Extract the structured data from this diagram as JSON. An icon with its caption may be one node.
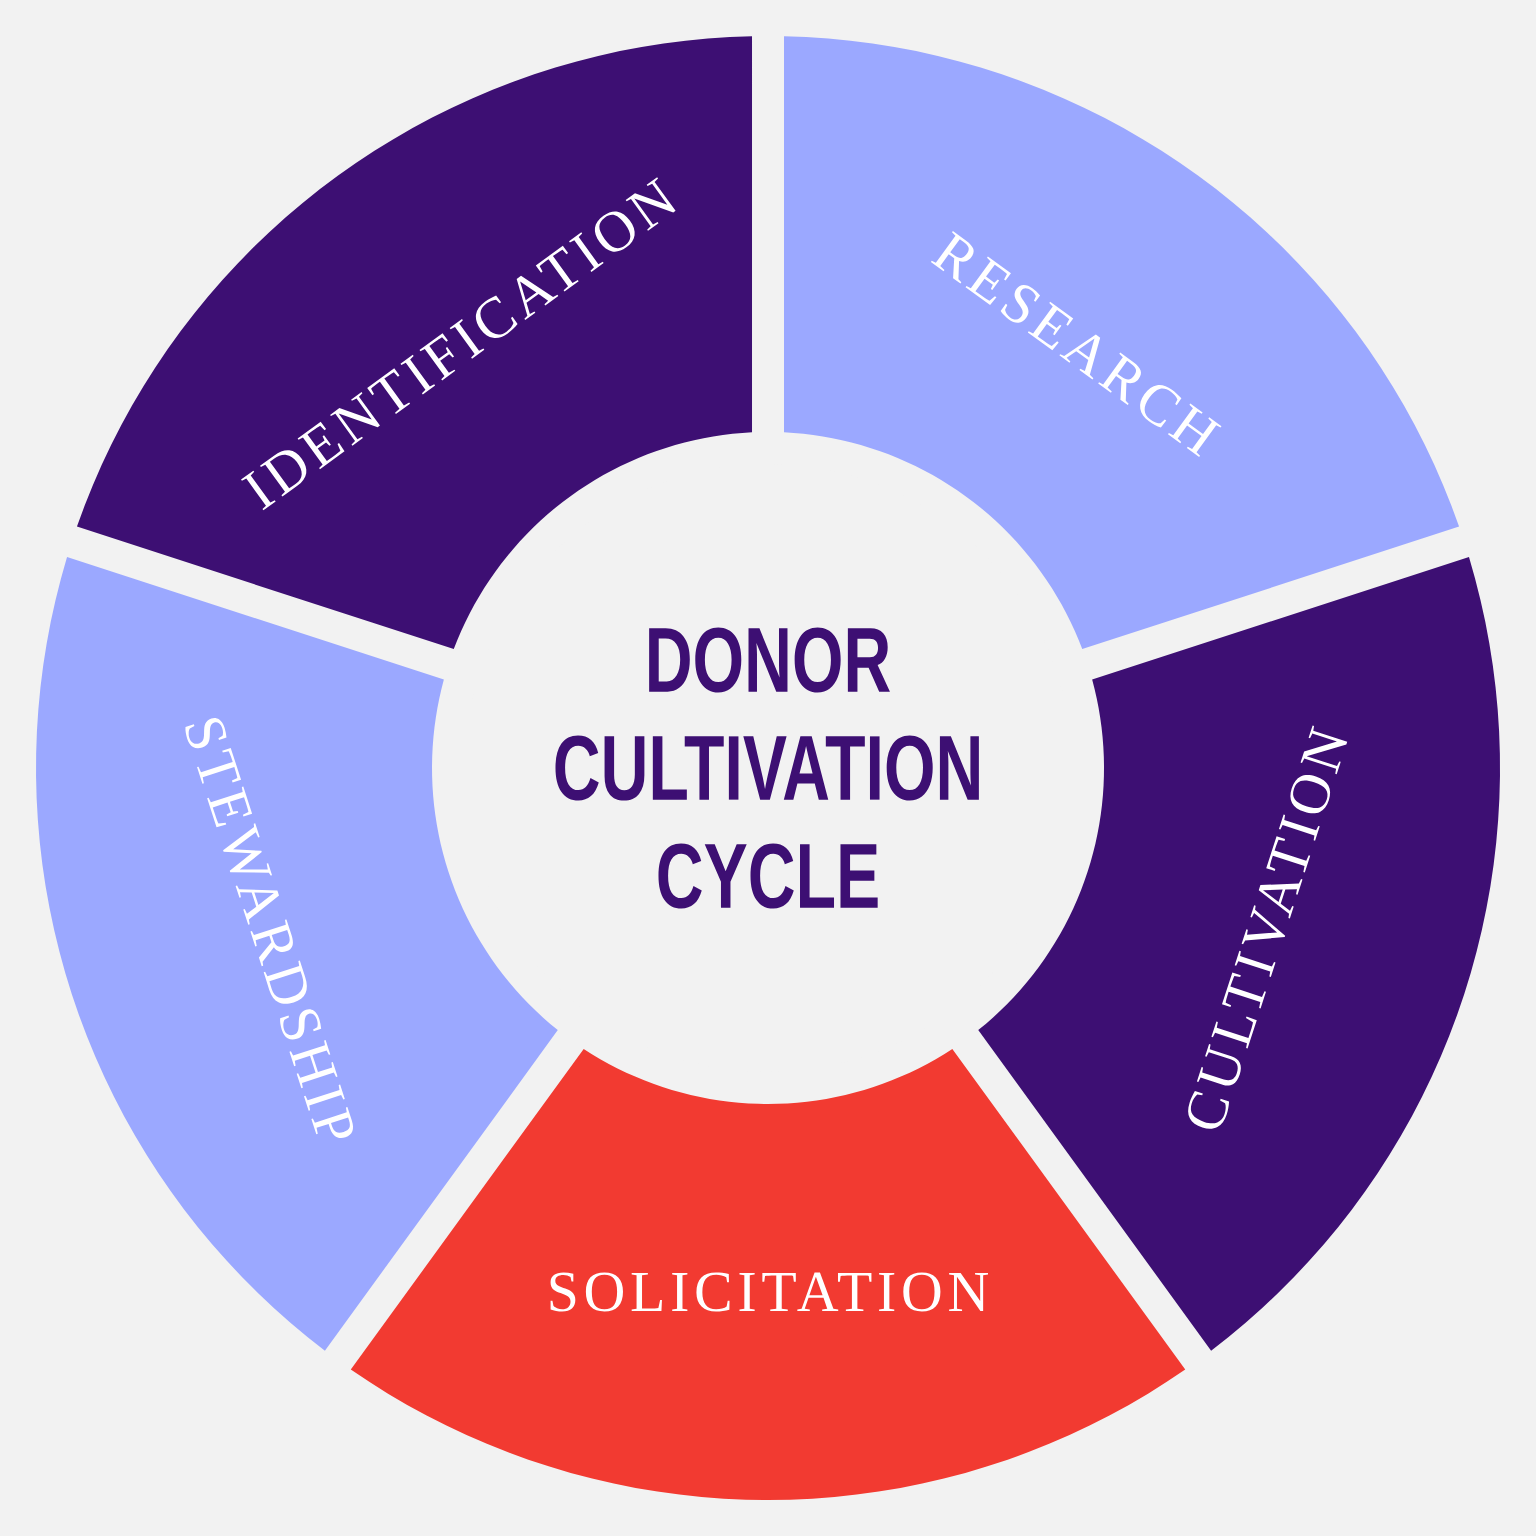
{
  "diagram": {
    "nodes": [
      {
        "text": [
          "IDENTIFICATION"
        ]
      },
      {
        "text": [
          "RESEARCH"
        ]
      },
      {
        "text": [
          "CULTIVATION"
        ]
      },
      {
        "text": [
          "SOLICITATION"
        ]
      },
      {
        "text": [
          "STEWARDSHIP"
        ]
      },
      {
        "text": [
          "DONOR CULTIVATION CYCLE"
        ]
      }
    ]
  }
}
